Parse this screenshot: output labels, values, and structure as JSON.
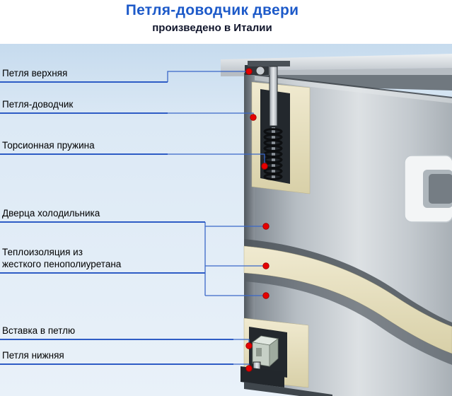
{
  "title": "Петля-доводчик двери",
  "subtitle": "произведено в Италии",
  "labels": {
    "top_hinge": "Петля верхняя",
    "closer_hinge": "Петля-доводчик",
    "torsion_spring": "Торсионная пружина",
    "fridge_door": "Дверца холодильника",
    "insulation_line1": "Теплоизоляция из",
    "insulation_line2": "жесткого пенополиуретана",
    "hinge_insert": "Вставка в петлю",
    "bottom_hinge": "Петля нижняя"
  },
  "colors": {
    "title_blue": "#1d5ac9",
    "callout_line_blue": "#2e5cc5",
    "marker_red": "#e60000",
    "background_blue": "#dce9f5",
    "insulation_cream": "#e6dfba",
    "door_metal_gray": "#b6bdc3"
  }
}
